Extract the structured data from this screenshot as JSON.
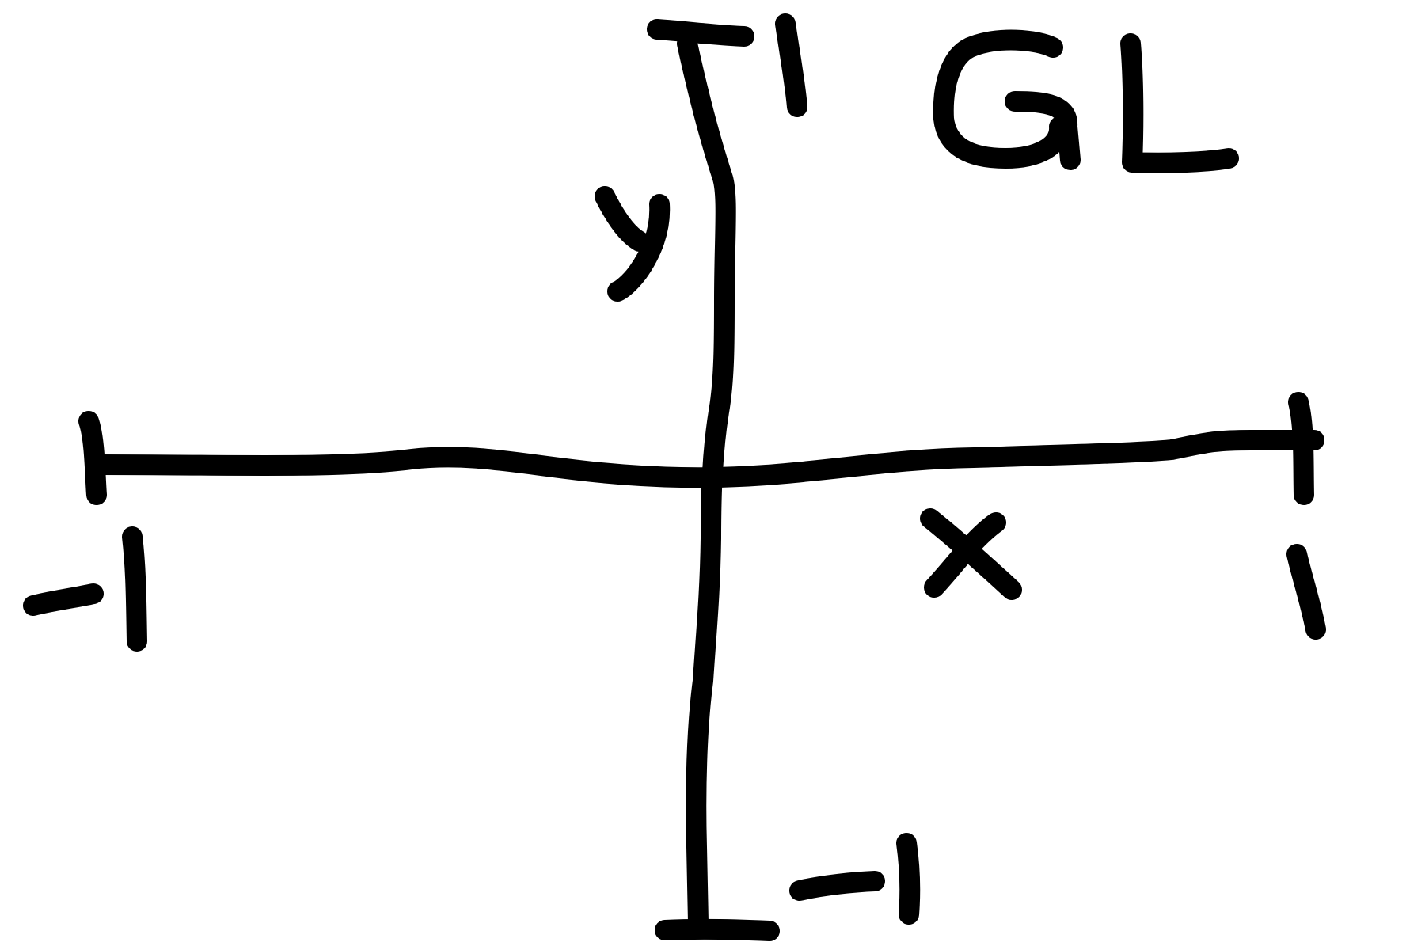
{
  "diagram": {
    "title": "GL",
    "axes": {
      "x": {
        "label": "x",
        "min_label": "-1",
        "max_label": "1"
      },
      "y": {
        "label": "y",
        "min_label": "-1",
        "max_label": "1"
      }
    }
  }
}
